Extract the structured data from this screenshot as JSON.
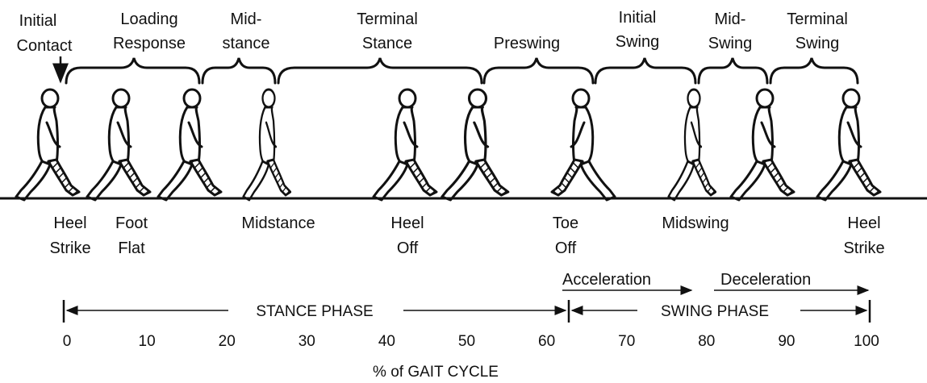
{
  "gait_phases": [
    {
      "line1": "Initial",
      "line2": "Contact"
    },
    {
      "line1": "Loading",
      "line2": "Response"
    },
    {
      "line1": "Mid-",
      "line2": "stance"
    },
    {
      "line1": "Terminal",
      "line2": "Stance"
    },
    {
      "line1": "Preswing",
      "line2": ""
    },
    {
      "line1": "Initial",
      "line2": "Swing"
    },
    {
      "line1": "Mid-",
      "line2": "Swing"
    },
    {
      "line1": "Terminal",
      "line2": "Swing"
    }
  ],
  "gait_events": [
    {
      "line1": "Heel",
      "line2": "Strike"
    },
    {
      "line1": "Foot",
      "line2": "Flat"
    },
    {
      "line1": "Midstance",
      "line2": ""
    },
    {
      "line1": "Heel",
      "line2": "Off"
    },
    {
      "line1": "Toe",
      "line2": "Off"
    },
    {
      "line1": "Midswing",
      "line2": ""
    },
    {
      "line1": "Heel",
      "line2": "Strike"
    }
  ],
  "sub_phases": [
    {
      "label": "Acceleration"
    },
    {
      "label": "Deceleration"
    }
  ],
  "main_phases": [
    {
      "label": "STANCE PHASE"
    },
    {
      "label": "SWING PHASE"
    }
  ],
  "axis": {
    "ticks": [
      "0",
      "10",
      "20",
      "30",
      "40",
      "50",
      "60",
      "70",
      "80",
      "90",
      "100"
    ],
    "title": "% of GAIT CYCLE"
  }
}
